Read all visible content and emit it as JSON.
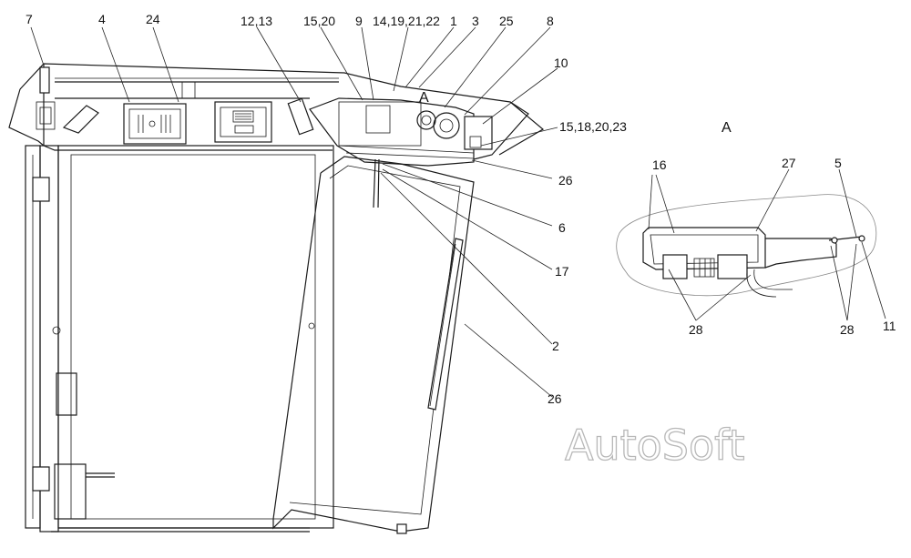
{
  "diagram": {
    "labels": {
      "l7": "7",
      "l4": "4",
      "l24": "24",
      "l12_13": "12,13",
      "l15_20": "15,20",
      "l9": "9",
      "l14_19_21_22": "14,19,21,22",
      "l1": "1",
      "l3": "3",
      "l25": "25",
      "l8": "8",
      "l10": "10",
      "l15_18_20_23": "15,18,20,23",
      "l26a": "26",
      "l6": "6",
      "l17": "17",
      "l2": "2",
      "l26b": "26",
      "lA_marker": "A",
      "lA_view": "A",
      "l16": "16",
      "l27": "27",
      "l5": "5",
      "l28a": "28",
      "l28b": "28",
      "l11": "11"
    },
    "watermark": "AutoSoft"
  }
}
